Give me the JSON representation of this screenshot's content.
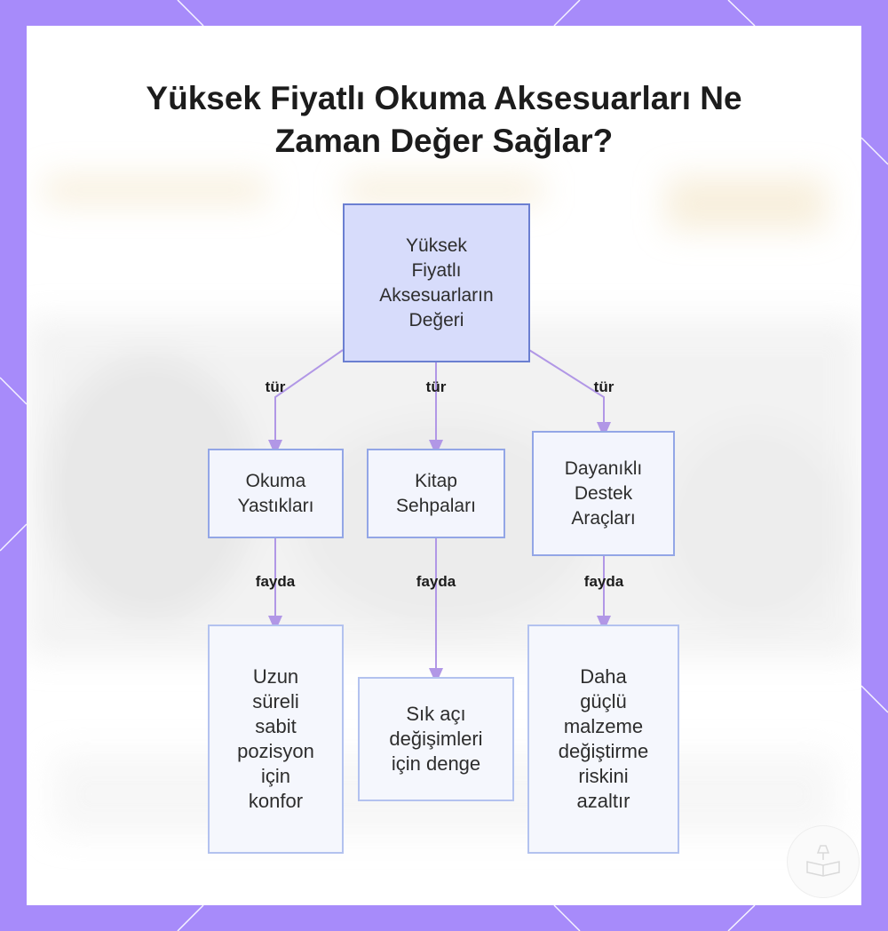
{
  "title_lines": [
    "Yüksek Fiyatlı Okuma Aksesuarları Ne",
    "Zaman Değer Sağlar?"
  ],
  "root": {
    "lines": [
      "Yüksek",
      "Fiyatlı",
      "Aksesuarların",
      "Değeri"
    ]
  },
  "edge_labels": {
    "type": "tür",
    "benefit": "fayda"
  },
  "categories": [
    {
      "lines": [
        "Okuma",
        "Yastıkları"
      ]
    },
    {
      "lines": [
        "Kitap",
        "Sehpaları"
      ]
    },
    {
      "lines": [
        "Dayanıklı",
        "Destek",
        "Araçları"
      ]
    }
  ],
  "benefits": [
    {
      "lines": [
        "Uzun",
        "süreli",
        "sabit",
        "pozisyon",
        "için",
        "konfor"
      ]
    },
    {
      "lines": [
        "Sık açı",
        "değişimleri",
        "için denge"
      ]
    },
    {
      "lines": [
        "Daha",
        "güçlü",
        "malzeme",
        "değiştirme",
        "riskini",
        "azaltır"
      ]
    }
  ],
  "colors": {
    "frame": "#a78bfa",
    "connector": "#b197e6",
    "root_fill": "#d7dcfb",
    "root_border": "#6b7fd1",
    "node_border": "#93a6e6"
  }
}
